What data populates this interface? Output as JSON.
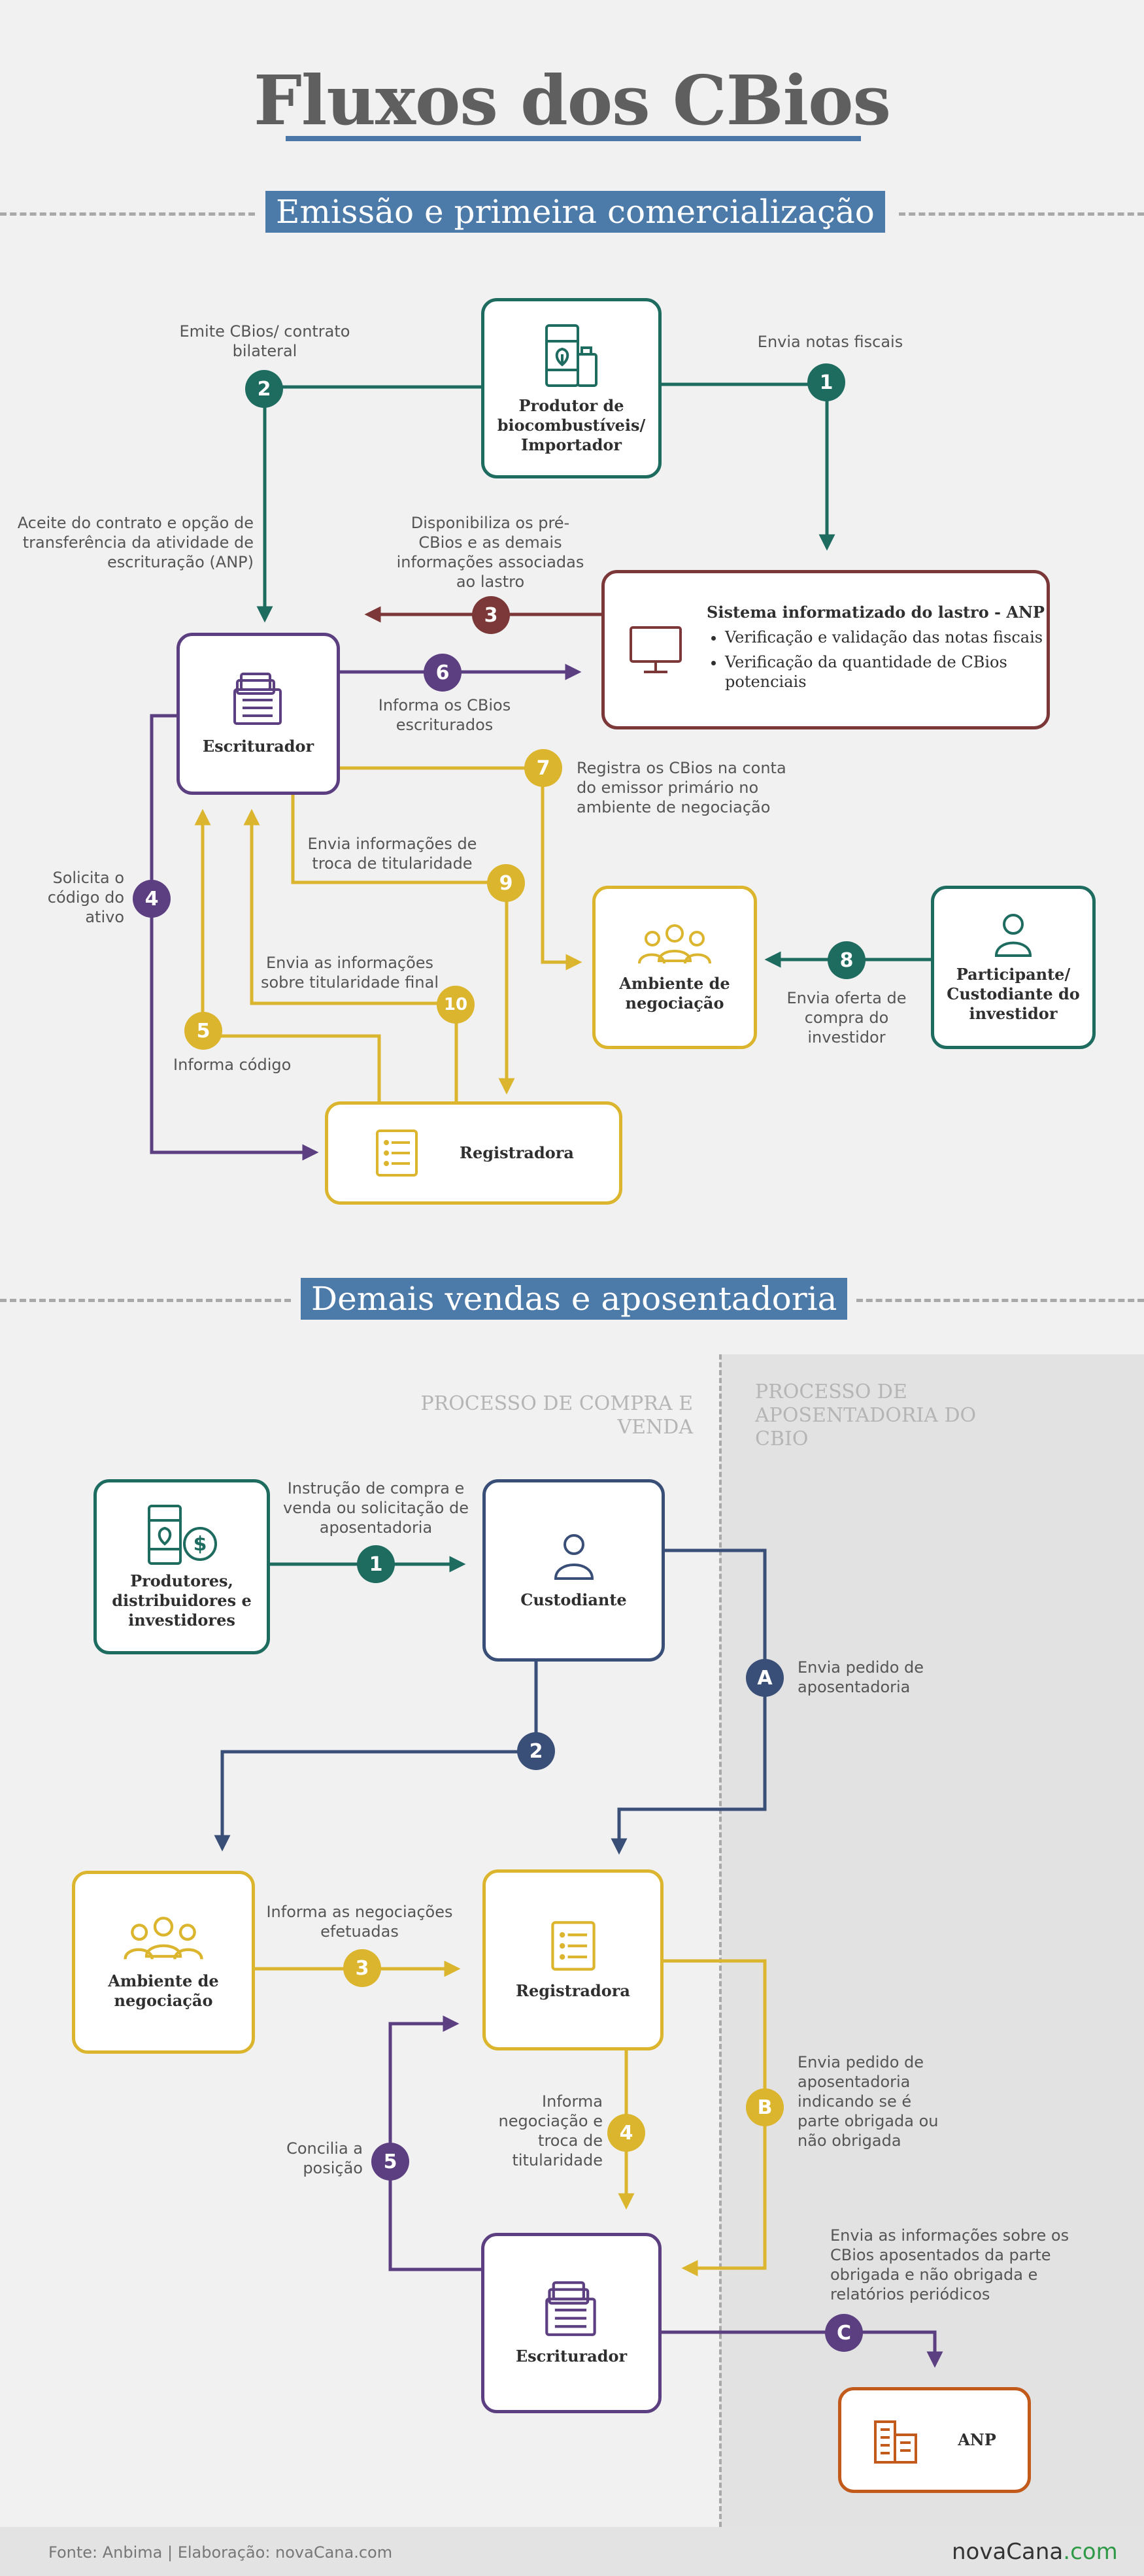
{
  "title": "Fluxos dos CBios",
  "section1": {
    "title": "Emissão e primeira comercialização",
    "boxes": {
      "produtor": "Produtor de biocombustíveis/ Importador",
      "sistema_title": "Sistema informatizado do lastro - ANP",
      "sistema_items": [
        "Verificação e validação das notas fiscais",
        "Verificação da quantidade de CBios potenciais"
      ],
      "escriturador": "Escriturador",
      "ambiente": "Ambiente de negociação",
      "participante": "Participante/ Custodiante do investidor",
      "registradora": "Registradora"
    },
    "steps": {
      "s1": {
        "num": "1",
        "label": "Envia notas fiscais"
      },
      "s2": {
        "num": "2",
        "label": "Emite CBios/ contrato bilateral"
      },
      "s2b": {
        "label": "Aceite do contrato e opção de transferência da atividade de escrituração (ANP)"
      },
      "s3": {
        "num": "3",
        "label": "Disponibiliza os pré-CBios e as demais informações associadas ao lastro"
      },
      "s4": {
        "num": "4",
        "label": "Solicita o código do ativo"
      },
      "s5": {
        "num": "5",
        "label": "Informa código"
      },
      "s6": {
        "num": "6",
        "label": "Informa os CBios escriturados"
      },
      "s7": {
        "num": "7",
        "label": "Registra os CBios na conta do emissor primário no ambiente de negociação"
      },
      "s8": {
        "num": "8",
        "label": "Envia oferta de compra do investidor"
      },
      "s9": {
        "num": "9",
        "label": "Envia informações de troca de titularidade"
      },
      "s10": {
        "num": "10",
        "label": "Envia as informações sobre titularidade final"
      }
    }
  },
  "section2": {
    "title": "Demais vendas e aposentadoria",
    "col_left": "PROCESSO DE COMPRA E VENDA",
    "col_right": "PROCESSO DE APOSENTADORIA DO CBIO",
    "boxes": {
      "produtores": "Produtores, distribuidores e investidores",
      "custodiante": "Custodiante",
      "ambiente": "Ambiente de negociação",
      "registradora": "Registradora",
      "escriturador": "Escriturador",
      "anp": "ANP"
    },
    "steps": {
      "s1": {
        "num": "1",
        "label": "Instrução de compra e venda ou solicitação de aposentadoria"
      },
      "s2": {
        "num": "2"
      },
      "s3": {
        "num": "3",
        "label": "Informa as negociações efetuadas"
      },
      "s4": {
        "num": "4",
        "label": "Informa negociação e troca de titularidade"
      },
      "s5": {
        "num": "5",
        "label": "Concilia a posição"
      },
      "sA": {
        "num": "A",
        "label": "Envia pedido de aposentadoria"
      },
      "sB": {
        "num": "B",
        "label": "Envia pedido de aposentadoria indicando se é parte obrigada ou não obrigada"
      },
      "sC": {
        "num": "C",
        "label": "Envia as informações sobre os CBios aposentados da parte obrigada e não obrigada e relatórios periódicos"
      }
    }
  },
  "footer": {
    "source": "Fonte: Anbima | Elaboração: novaCana.com",
    "logo_main": "novaCana",
    "logo_suffix": ".com"
  },
  "colors": {
    "green": "#1e6b5f",
    "purple": "#5c3f80",
    "gold": "#dcb52e",
    "navy": "#3a4f78",
    "maroon": "#7c3838",
    "orange": "#c25a1c",
    "blue": "#4c7aa9"
  }
}
